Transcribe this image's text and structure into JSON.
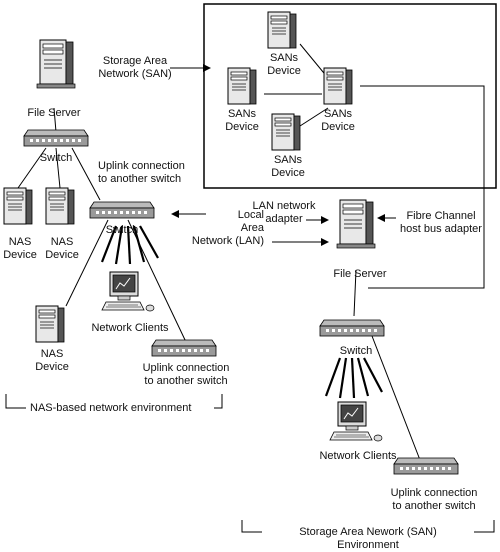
{
  "labels": {
    "san": "Storage Area\nNetwork (SAN)",
    "file_server_top": "File Server",
    "switch_top": "Switch",
    "uplink_top": "Uplink connection\nto another switch",
    "nas1": "NAS\nDevice",
    "nas2": "NAS\nDevice",
    "switch_mid": "Switch",
    "nas3": "NAS\nDevice",
    "clients_left": "Network Clients",
    "uplink_left": "Uplink connection\nto another switch",
    "nas_env": "NAS-based network environment",
    "sans1": "SANs\nDevice",
    "sans2": "SANs\nDevice",
    "sans3": "SANs\nDevice",
    "sans4": "SANs\nDevice",
    "lan": "Local\nArea\nNetwork (LAN)",
    "lan_adapter": "LAN network\nadapter",
    "fibre": "Fibre Channel\nhost bus adapter",
    "file_server_right": "File Server",
    "switch_right": "Switch",
    "clients_right": "Network Clients",
    "uplink_right": "Uplink connection\nto another switch",
    "san_env": "Storage Area Nework (SAN)\nEnvironment"
  }
}
